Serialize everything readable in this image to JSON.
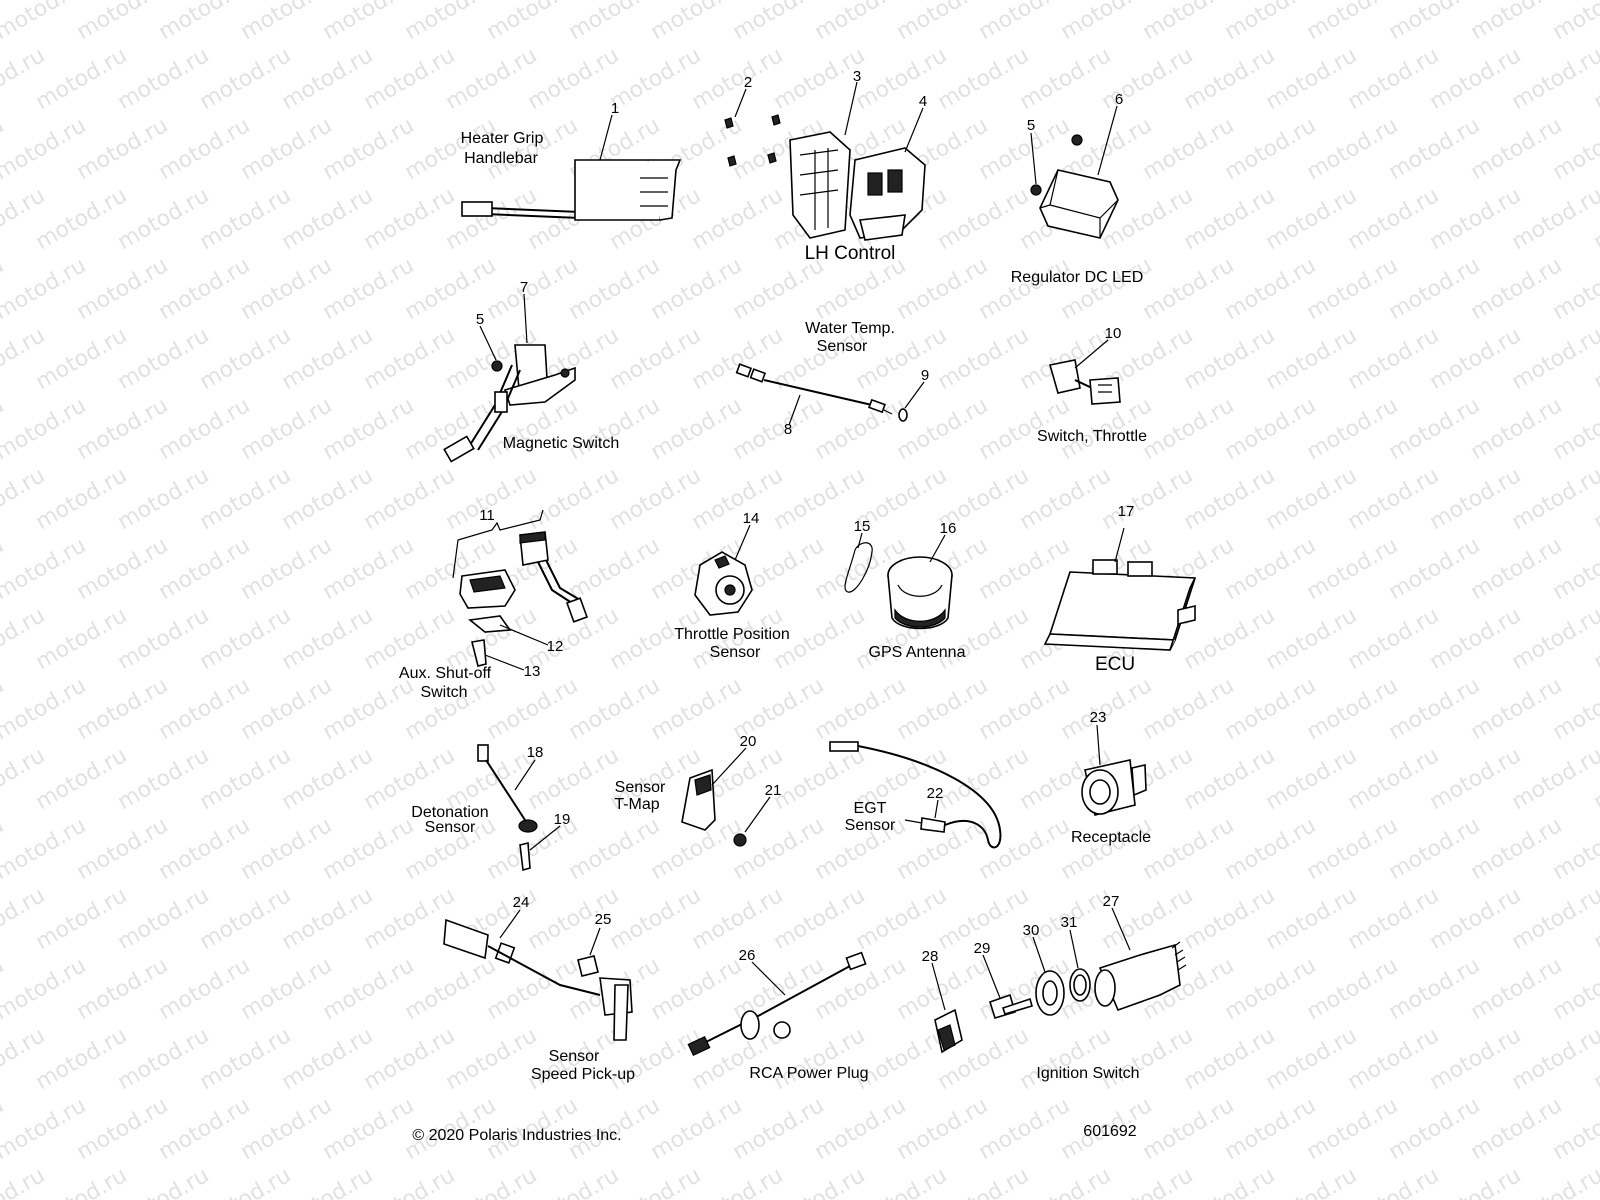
{
  "watermark": "motod.ru",
  "parts": [
    {
      "id": "p1",
      "number": "1"
    },
    {
      "id": "p2",
      "number": "2"
    },
    {
      "id": "p3",
      "number": "3"
    },
    {
      "id": "p4",
      "number": "4"
    },
    {
      "id": "p5a",
      "number": "5"
    },
    {
      "id": "p5b",
      "number": "5"
    },
    {
      "id": "p6",
      "number": "6"
    },
    {
      "id": "p7",
      "number": "7"
    },
    {
      "id": "p8",
      "number": "8"
    },
    {
      "id": "p9",
      "number": "9"
    },
    {
      "id": "p10",
      "number": "10"
    },
    {
      "id": "p11",
      "number": "11"
    },
    {
      "id": "p12",
      "number": "12"
    },
    {
      "id": "p13",
      "number": "13"
    },
    {
      "id": "p14",
      "number": "14"
    },
    {
      "id": "p15",
      "number": "15"
    },
    {
      "id": "p16",
      "number": "16"
    },
    {
      "id": "p17",
      "number": "17"
    },
    {
      "id": "p18",
      "number": "18"
    },
    {
      "id": "p19",
      "number": "19"
    },
    {
      "id": "p20",
      "number": "20"
    },
    {
      "id": "p21",
      "number": "21"
    },
    {
      "id": "p22",
      "number": "22"
    },
    {
      "id": "p23",
      "number": "23"
    },
    {
      "id": "p24",
      "number": "24"
    },
    {
      "id": "p25",
      "number": "25"
    },
    {
      "id": "p26",
      "number": "26"
    },
    {
      "id": "p27",
      "number": "27"
    },
    {
      "id": "p28",
      "number": "28"
    },
    {
      "id": "p29",
      "number": "29"
    },
    {
      "id": "p30",
      "number": "30"
    },
    {
      "id": "p31",
      "number": "31"
    }
  ],
  "labels": {
    "heater_grip": [
      "Heater Grip",
      "Handlebar"
    ],
    "lh_control": [
      "LH Control"
    ],
    "regulator": [
      "Regulator DC LED"
    ],
    "magnetic_switch": [
      "Magnetic Switch"
    ],
    "water_temp": [
      "Water Temp.",
      "Sensor"
    ],
    "switch_throttle": [
      "Switch, Throttle"
    ],
    "throttle_position": [
      "Throttle Position",
      "Sensor"
    ],
    "gps_antenna": [
      "GPS Antenna"
    ],
    "ecu": [
      "ECU"
    ],
    "aux_shutoff": [
      "Aux. Shut-off",
      "Switch"
    ],
    "detonation": [
      "Detonation",
      "Sensor"
    ],
    "sensor_tmap": [
      "Sensor",
      "T-Map"
    ],
    "egt": [
      "EGT",
      "Sensor"
    ],
    "receptacle": [
      "Receptacle"
    ],
    "speed_pickup": [
      "Sensor",
      "Speed Pick-up"
    ],
    "rca_plug": [
      "RCA Power Plug"
    ],
    "ignition": [
      "Ignition Switch"
    ]
  },
  "copyright": "© 2020 Polaris Industries Inc.",
  "drawing_number": "601692"
}
